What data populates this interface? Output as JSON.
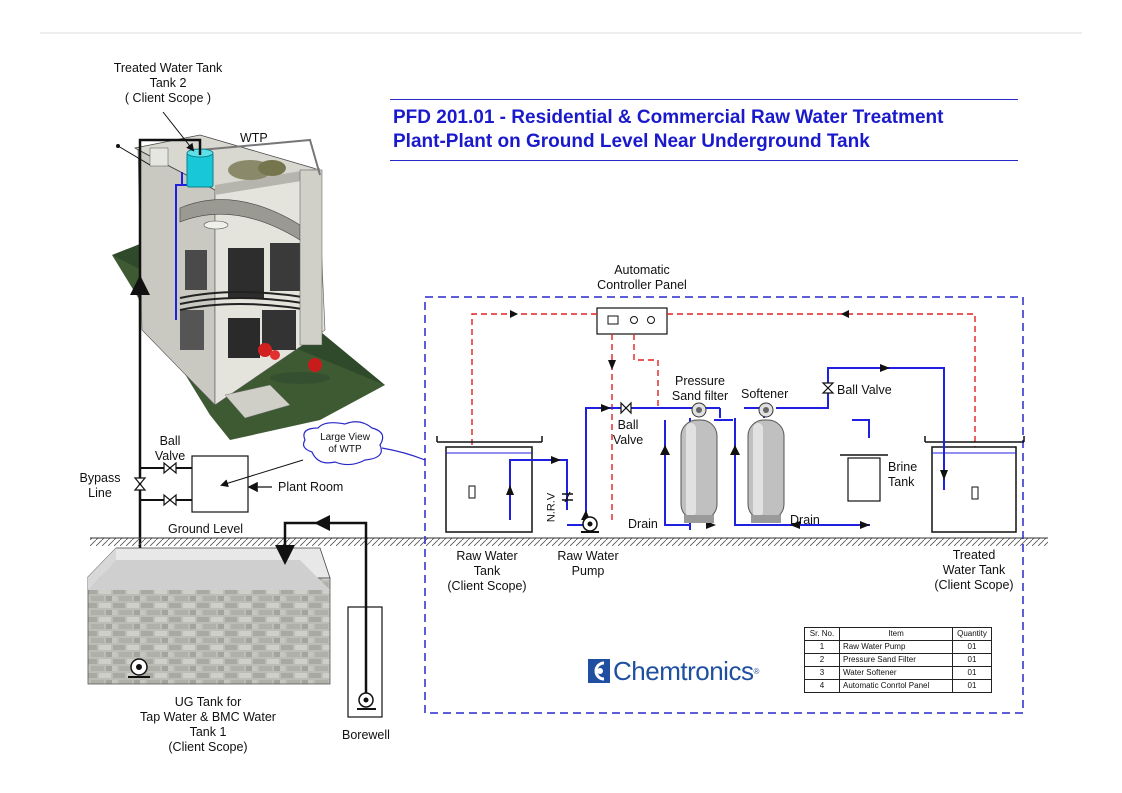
{
  "title": {
    "line1": "PFD 201.01 - Residential & Commercial Raw Water Treatment",
    "line2": "Plant-Plant on Ground Level Near Underground Tank"
  },
  "labels": {
    "treated_tank_2": [
      "Treated Water Tank",
      "Tank 2",
      "( Client Scope )"
    ],
    "wtp": "WTP",
    "automatic_controller": [
      "Automatic",
      "Controller Panel"
    ],
    "ball_valve_left": [
      "Ball",
      "Valve"
    ],
    "bypass_line": [
      "Bypass",
      "Line"
    ],
    "plant_room": "Plant Room",
    "ground_level": "Ground Level",
    "large_view": [
      "Large View",
      "of WTP"
    ],
    "pressure_sand_filter": [
      "Pressure",
      "Sand filter"
    ],
    "softener": "Softener",
    "ball_valve_right": "Ball Valve",
    "ball_valve_mid": [
      "Ball",
      "Valve"
    ],
    "brine_tank": [
      "Brine",
      "Tank"
    ],
    "nrv": "N.R.V",
    "drain_1": "Drain",
    "drain_2": "Drain",
    "raw_water_tank": [
      "Raw Water",
      "Tank",
      "(Client Scope)"
    ],
    "raw_water_pump": [
      "Raw Water",
      "Pump"
    ],
    "treated_tank_right": [
      "Treated",
      "Water Tank",
      "(Client Scope)"
    ],
    "ug_tank": [
      "UG Tank for",
      "Tap Water & BMC Water",
      "Tank 1",
      "(Client Scope)"
    ],
    "borewell": "Borewell"
  },
  "logo": {
    "name_part1": "Chem",
    "name_part2": "tronics",
    "reg": "®"
  },
  "items_table": {
    "headers": [
      "Sr. No.",
      "Item",
      "Quantity"
    ],
    "rows": [
      [
        "1",
        "Raw Water Pump",
        "01"
      ],
      [
        "2",
        "Pressure Sand Filter",
        "01"
      ],
      [
        "3",
        "Water Softener",
        "01"
      ],
      [
        "4",
        "Automatic Conrtol Panel",
        "01"
      ]
    ]
  },
  "colors": {
    "title": "#1a1acc",
    "water_line": "#2020e0",
    "control_line": "#e02020",
    "boundary": "#2828c8",
    "cyan_tank": "#18c8d8"
  }
}
